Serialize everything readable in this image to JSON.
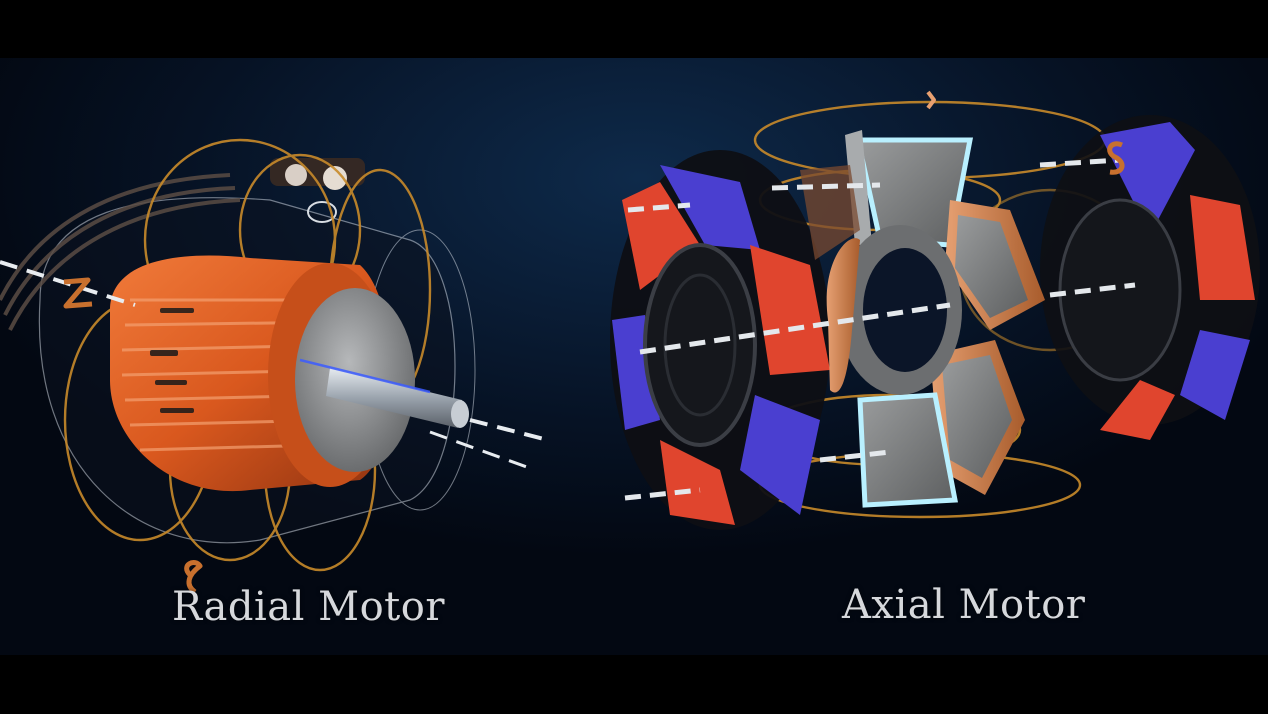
{
  "scene": {
    "type": "3D illustration comparison",
    "background_color": "#071528",
    "letterbox_color": "#000000"
  },
  "left_motor": {
    "label": "Radial Motor",
    "pole_markers": [
      "N",
      "S"
    ],
    "colors": {
      "stator_copper": "#d9581e",
      "field_lines": "#c88a2a",
      "shaft": "#9aa3ad",
      "endcap": "#8a8c8e"
    }
  },
  "right_motor": {
    "label": "Axial Motor",
    "pole_markers": [
      "S"
    ],
    "colors": {
      "magnet_red": "#e0452e",
      "magnet_blue": "#4a3fd0",
      "stator_core": "#7c7f80",
      "coil_copper": "#c97b45",
      "stator_edge_glow": "#b9f0ff",
      "field_lines": "#c88a2a"
    }
  }
}
